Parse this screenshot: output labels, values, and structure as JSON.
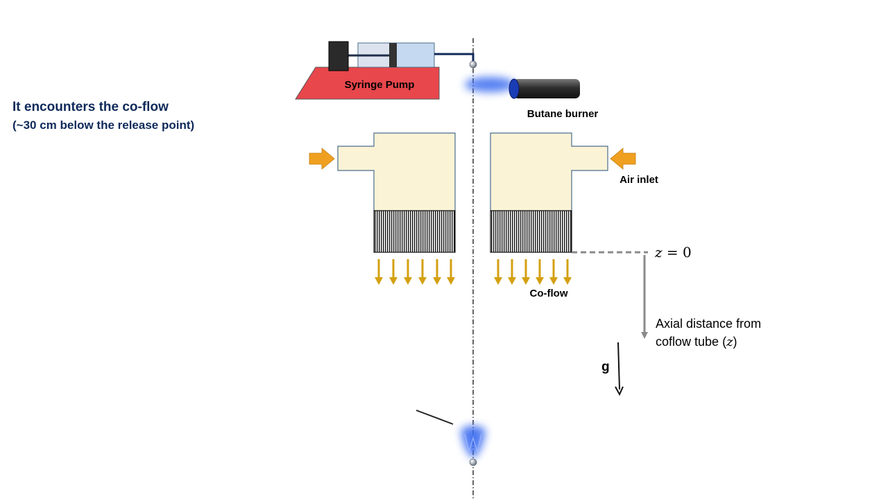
{
  "caption": {
    "heading": "It encounters the co-flow",
    "subtext": "(~30 cm below the release point)"
  },
  "labels": {
    "syringe_pump": "Syringe Pump",
    "butane_burner": "Butane burner",
    "air_inlet": "Air inlet",
    "co_flow": "Co-flow",
    "z_zero_var": "z",
    "z_zero_rest": " = 0",
    "axial_line1": "Axial distance from",
    "axial_line2_prefix": "coflow tube ",
    "axial_var": "z",
    "gravity": "g"
  },
  "colors": {
    "pump_base": "#e8474c",
    "syringe_barrel": "#c5d9f1",
    "chamber_fill": "#fbf3d6",
    "chamber_stroke": "#4a6d8c",
    "arrow_orange": "#f0a020",
    "coflow_arrow": "#d4a012",
    "flame_blue": "#3b6cf0",
    "caption_text": "#0f2a5a"
  }
}
